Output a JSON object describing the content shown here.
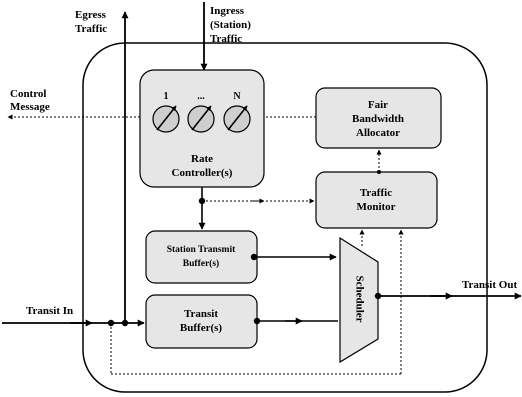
{
  "labels": {
    "egress_line1": "Egress",
    "egress_line2": "Traffic",
    "ingress_line1": "Ingress",
    "ingress_line2": "(Station)",
    "ingress_line3": "Traffic",
    "control_line1": "Control",
    "control_line2": "Message",
    "transit_in": "Transit In",
    "transit_out": "Transit Out"
  },
  "blocks": {
    "rate_controller": {
      "dial_labels": [
        "1",
        "...",
        "N"
      ],
      "line1": "Rate",
      "line2": "Controller(s)"
    },
    "fair_bandwidth_allocator": {
      "line1": "Fair",
      "line2": "Bandwidth",
      "line3": "Allocator"
    },
    "traffic_monitor": {
      "line1": "Traffic",
      "line2": "Monitor"
    },
    "station_transmit_buffer": {
      "line1": "Station Transmit",
      "line2": "Buffer(s)"
    },
    "transit_buffer": {
      "line1": "Transit",
      "line2": "Buffer(s)"
    },
    "scheduler": {
      "label": "Scheduler"
    }
  },
  "colors": {
    "block_fill": "#e6e6e6",
    "dial_fill": "#cfcfcf",
    "stroke": "#000000"
  }
}
